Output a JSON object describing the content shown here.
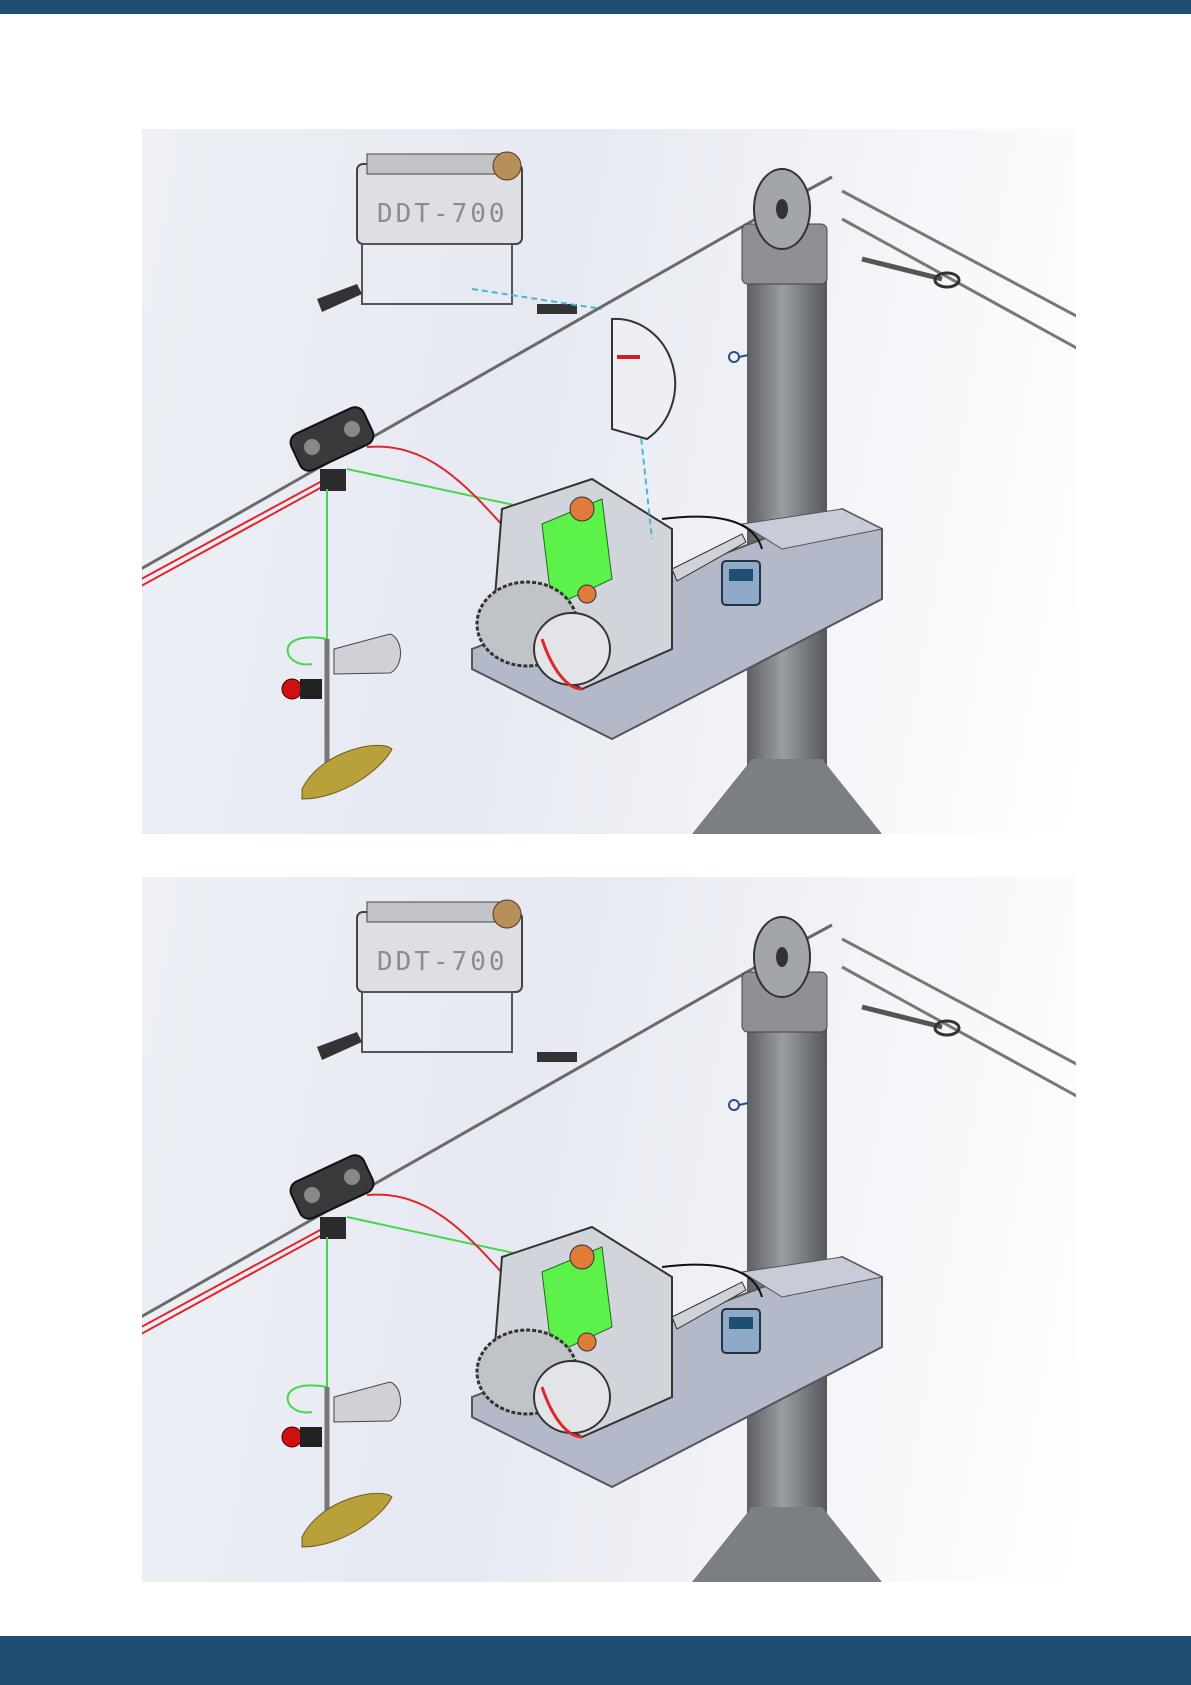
{
  "figures": [
    {
      "device_label": "DDT-700",
      "show_detail_inset": true
    },
    {
      "device_label": "DDT-700",
      "show_detail_inset": false
    }
  ],
  "colors": {
    "header_footer": "#1f4e73",
    "cable": "#6a6a6a",
    "signal_red": "#e0262b",
    "signal_green": "#47d64a",
    "drum_green": "#5cf24a",
    "callout_dashed": "#48b7d6"
  },
  "icons": [
    "winch-device",
    "pole-pulley",
    "cable-trolley",
    "sounding-weight",
    "control-box",
    "hanger-hook"
  ]
}
